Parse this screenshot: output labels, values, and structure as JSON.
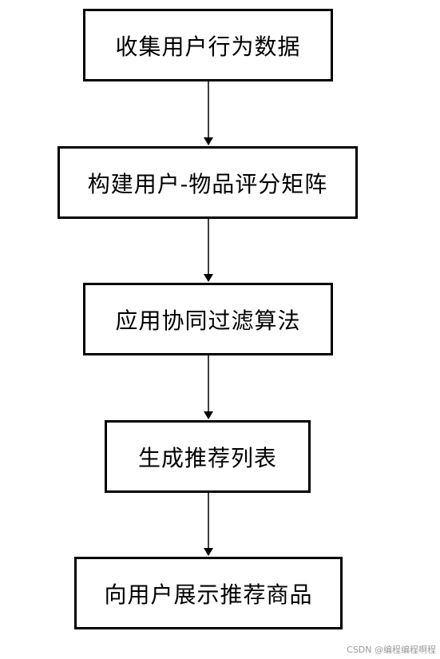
{
  "flowchart": {
    "steps": [
      {
        "label": "收集用户行为数据"
      },
      {
        "label": "构建用户-物品评分矩阵"
      },
      {
        "label": "应用协同过滤算法"
      },
      {
        "label": "生成推荐列表"
      },
      {
        "label": "向用户展示推荐商品"
      }
    ],
    "connections": [
      {
        "from": 0,
        "to": 1
      },
      {
        "from": 1,
        "to": 2
      },
      {
        "from": 2,
        "to": 3
      },
      {
        "from": 3,
        "to": 4
      }
    ]
  },
  "watermark": "CSDN @编程编程啊程",
  "colors": {
    "stroke": "#000000",
    "background": "#ffffff",
    "watermark": "#9a9a9a"
  }
}
